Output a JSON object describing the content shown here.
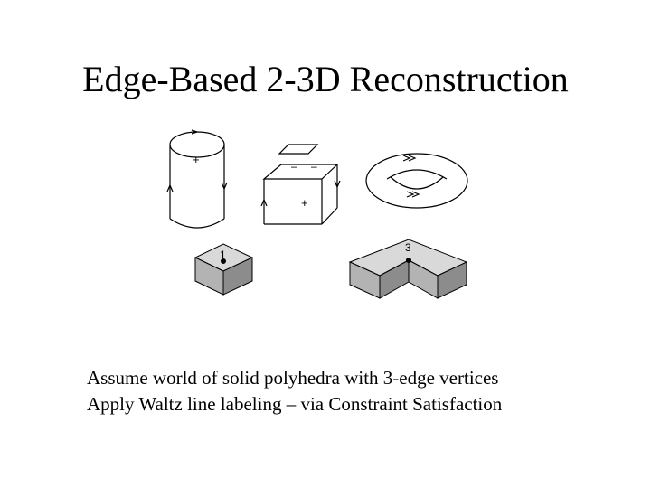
{
  "slide": {
    "title": "Edge-Based 2-3D Reconstruction",
    "bullets": [
      "Assume world of solid polyhedra with 3-edge vertices",
      "Apply Waltz line labeling – via Constraint Satisfaction"
    ]
  },
  "figures": {
    "cylinder": {
      "labels": [
        "+"
      ]
    },
    "block": {
      "labels": [
        "–",
        "–",
        "+"
      ]
    },
    "cube": {
      "vertex_label": "1"
    },
    "l_block": {
      "vertex_label": "3"
    }
  },
  "colors": {
    "top_face": "#d9d9d9",
    "left_face": "#b3b3b3",
    "right_face": "#8c8c8c"
  }
}
